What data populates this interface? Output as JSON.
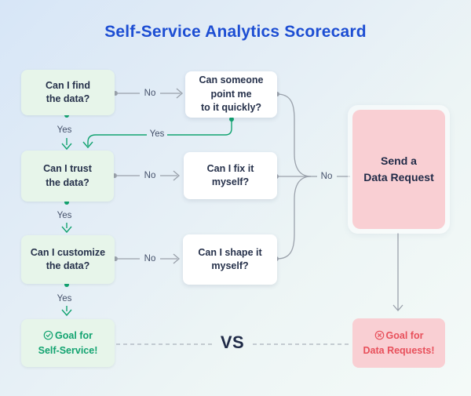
{
  "title": "Self-Service Analytics Scorecard",
  "labels": {
    "yes": "Yes",
    "no": "No",
    "vs": "VS"
  },
  "self_service_path": {
    "steps": [
      {
        "id": "find",
        "question": "Can I find\nthe data?"
      },
      {
        "id": "trust",
        "question": "Can I trust\nthe data?"
      },
      {
        "id": "customize",
        "question": "Can I customize\nthe data?"
      }
    ],
    "goal": {
      "icon": "check-circle",
      "text": "Goal for\nSelf-Service!"
    }
  },
  "fallback_path": {
    "steps": [
      {
        "id": "point",
        "question": "Can someone\npoint me\nto it quickly?"
      },
      {
        "id": "fix",
        "question": "Can I fix it\nmyself?"
      },
      {
        "id": "shape",
        "question": "Can I shape it\nmyself?"
      }
    ]
  },
  "data_request_path": {
    "send_box": "Send a\nData Request",
    "goal": {
      "icon": "x-circle",
      "text": "Goal for\nData Requests!"
    }
  },
  "colors": {
    "title_blue": "#1d4ed3",
    "green_accent": "#12a370",
    "red_accent": "#e8505b",
    "green_box_bg": "#e7f5ea",
    "pink_box_bg": "#f9cfd3",
    "white_box_bg": "#ffffff",
    "connector_gray": "#9aa1ab",
    "text_dark": "#25304a"
  }
}
